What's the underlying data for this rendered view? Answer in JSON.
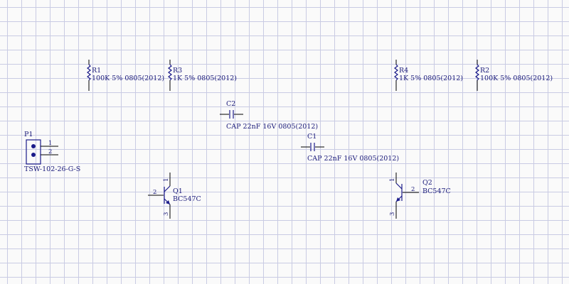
{
  "schematic": {
    "colors": {
      "grid": "#c9cbe3",
      "component": "#1a1a8a",
      "text": "#1a1a7a",
      "pin_wire": "#000000"
    },
    "components": {
      "r1": {
        "designator": "R1",
        "value": "100K 5% 0805(2012)"
      },
      "r3": {
        "designator": "R3",
        "value": "1K 5% 0805(2012)"
      },
      "r4": {
        "designator": "R4",
        "value": "1K 5% 0805(2012)"
      },
      "r2": {
        "designator": "R2",
        "value": "100K 5% 0805(2012)"
      },
      "c2": {
        "designator": "C2",
        "value": "CAP 22nF 16V 0805(2012)"
      },
      "c1": {
        "designator": "C1",
        "value": "CAP 22nF 16V 0805(2012)"
      },
      "p1": {
        "designator": "P1",
        "value": "TSW-102-26-G-S",
        "pins": [
          "1",
          "2"
        ]
      },
      "q1": {
        "designator": "Q1",
        "value": "BC547C",
        "pins": [
          "1",
          "2",
          "3"
        ]
      },
      "q2": {
        "designator": "Q2",
        "value": "BC547C",
        "pins": [
          "1",
          "2",
          "3"
        ]
      }
    }
  }
}
